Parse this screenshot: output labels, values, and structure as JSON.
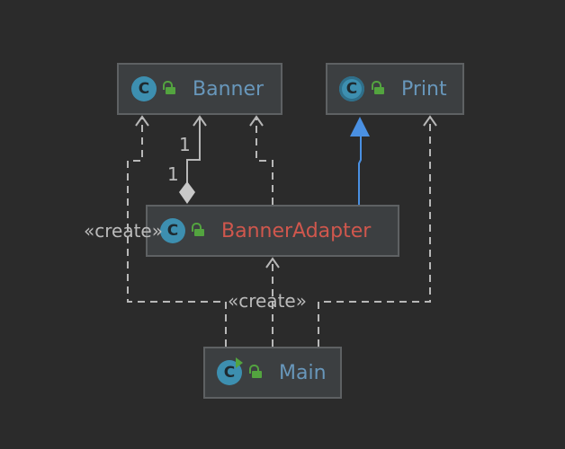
{
  "diagram": {
    "nodes": {
      "banner": {
        "label": "Banner",
        "kind_icon": "class-icon",
        "kind_letter": "C",
        "visibility_icon": "lock-open-icon",
        "label_color": "#6897bb"
      },
      "print": {
        "label": "Print",
        "kind_icon": "class-icon",
        "kind_letter": "C",
        "visibility_icon": "lock-open-icon",
        "label_color": "#6897bb"
      },
      "banner_adapter": {
        "label": "BannerAdapter",
        "kind_icon": "class-icon",
        "kind_letter": "C",
        "visibility_icon": "lock-open-icon",
        "label_color": "#d0574d"
      },
      "main": {
        "label": "Main",
        "kind_icon": "runnable-class-icon",
        "kind_letter": "C",
        "visibility_icon": "lock-open-icon",
        "label_color": "#6897bb"
      }
    },
    "edges": {
      "create_stereotype": "«create»",
      "multiplicity_target": "1",
      "multiplicity_source": "1"
    },
    "colors": {
      "background": "#2b2b2b",
      "node_fill": "#3c3f41",
      "node_border": "#5e6163",
      "edge_gray": "#b8b8b8",
      "inheritance_blue": "#4a90e2"
    }
  }
}
